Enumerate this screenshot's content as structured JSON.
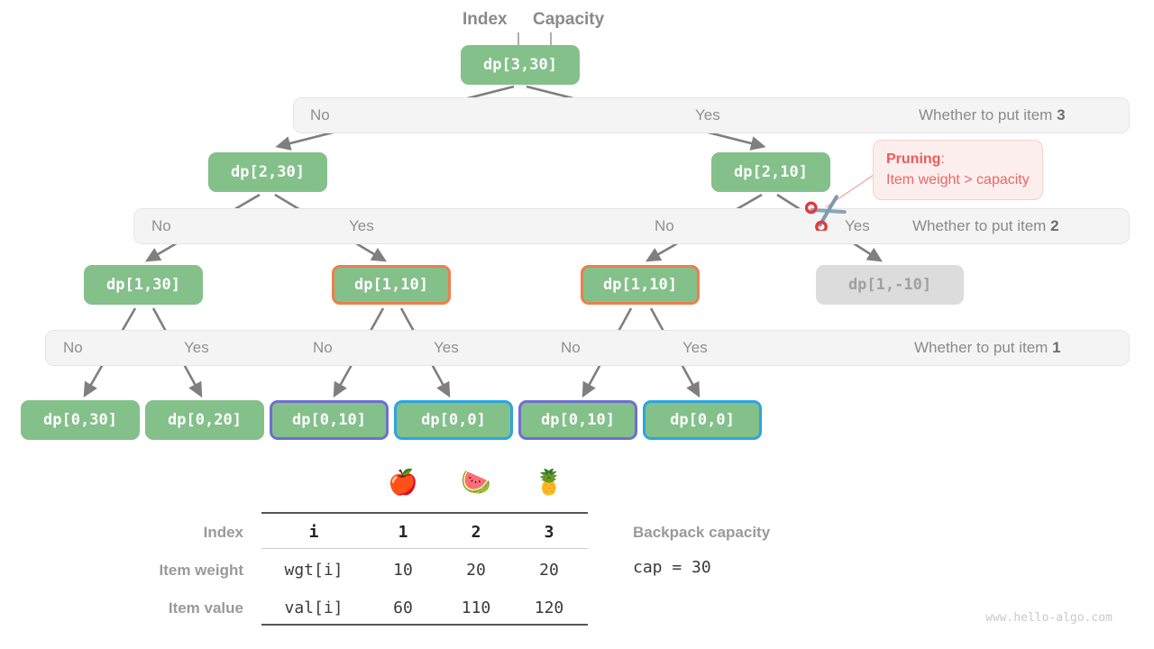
{
  "title_annotations": {
    "index_label": "Index",
    "capacity_label": "Capacity"
  },
  "tree": {
    "levels": [
      {
        "decision_label": "Whether to put item 3",
        "decision_item": "3",
        "branch_labels": [
          "No",
          "Yes"
        ],
        "nodes": [
          {
            "text": "dp[3,30]",
            "style": "green"
          }
        ]
      },
      {
        "decision_label": "Whether to put item 2",
        "decision_item": "2",
        "branch_labels": [
          "No",
          "Yes",
          "No",
          "Yes"
        ],
        "nodes": [
          {
            "text": "dp[2,30]",
            "style": "green"
          },
          {
            "text": "dp[2,10]",
            "style": "green"
          }
        ]
      },
      {
        "decision_label": "Whether to put item 1",
        "decision_item": "1",
        "branch_labels": [
          "No",
          "Yes",
          "No",
          "Yes",
          "No",
          "Yes"
        ],
        "nodes": [
          {
            "text": "dp[1,30]",
            "style": "green"
          },
          {
            "text": "dp[1,10]",
            "style": "orange"
          },
          {
            "text": "dp[1,10]",
            "style": "orange"
          },
          {
            "text": "dp[1,-10]",
            "style": "gray"
          }
        ]
      },
      {
        "decision_label": "",
        "branch_labels": [],
        "nodes": [
          {
            "text": "dp[0,30]",
            "style": "green"
          },
          {
            "text": "dp[0,20]",
            "style": "green"
          },
          {
            "text": "dp[0,10]",
            "style": "purple"
          },
          {
            "text": "dp[0,0]",
            "style": "blue"
          },
          {
            "text": "dp[0,10]",
            "style": "purple"
          },
          {
            "text": "dp[0,0]",
            "style": "blue"
          }
        ]
      }
    ]
  },
  "pruning_callout": {
    "title": "Pruning",
    "colon": ":",
    "body": "Item weight > capacity",
    "icon": "scissors-icon"
  },
  "table": {
    "row_labels": [
      "Index",
      "Item weight",
      "Item value"
    ],
    "key_column": [
      "i",
      "wgt[i]",
      "val[i]"
    ],
    "fruit_icons": [
      "🍎",
      "🍉",
      "🍍"
    ],
    "columns": [
      "1",
      "2",
      "3"
    ],
    "weights": [
      "10",
      "20",
      "20"
    ],
    "values": [
      "60",
      "110",
      "120"
    ]
  },
  "capacity_note": {
    "title": "Backpack capacity",
    "value": "cap = 30"
  },
  "watermark": "www.hello-algo.com",
  "colors": {
    "node_green": "#84c08a",
    "node_gray": "#dcdcdc",
    "border_orange": "#ec7f4b",
    "border_purple": "#6f6fd0",
    "border_blue": "#2ca5e0",
    "edge_gray": "#7f7f7f",
    "prune_red": "#ec6666",
    "bar_gray": "#f4f4f4"
  }
}
